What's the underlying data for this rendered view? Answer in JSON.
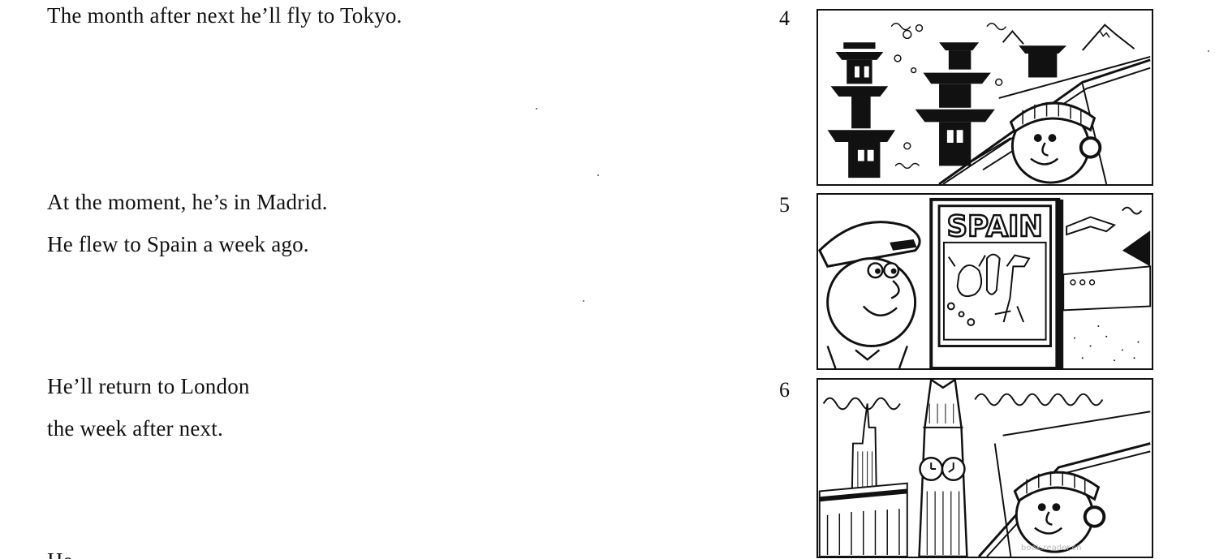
{
  "sentences": [
    {
      "lines": [
        "The month after next he’ll fly to Tokyo."
      ]
    },
    {
      "lines": [
        "At the moment, he’s in Madrid.",
        "He flew to Spain a week ago."
      ]
    },
    {
      "lines": [
        "He’ll return to London",
        "the week after next."
      ]
    }
  ],
  "panels": [
    {
      "number": "4",
      "scene": "pilot-flying-over-tokyo"
    },
    {
      "number": "5",
      "scene": "pilot-at-madrid-airport",
      "poster_text": "SPAIN"
    },
    {
      "number": "6",
      "scene": "pilot-flying-over-london"
    }
  ],
  "watermark": "book.reader.cn"
}
